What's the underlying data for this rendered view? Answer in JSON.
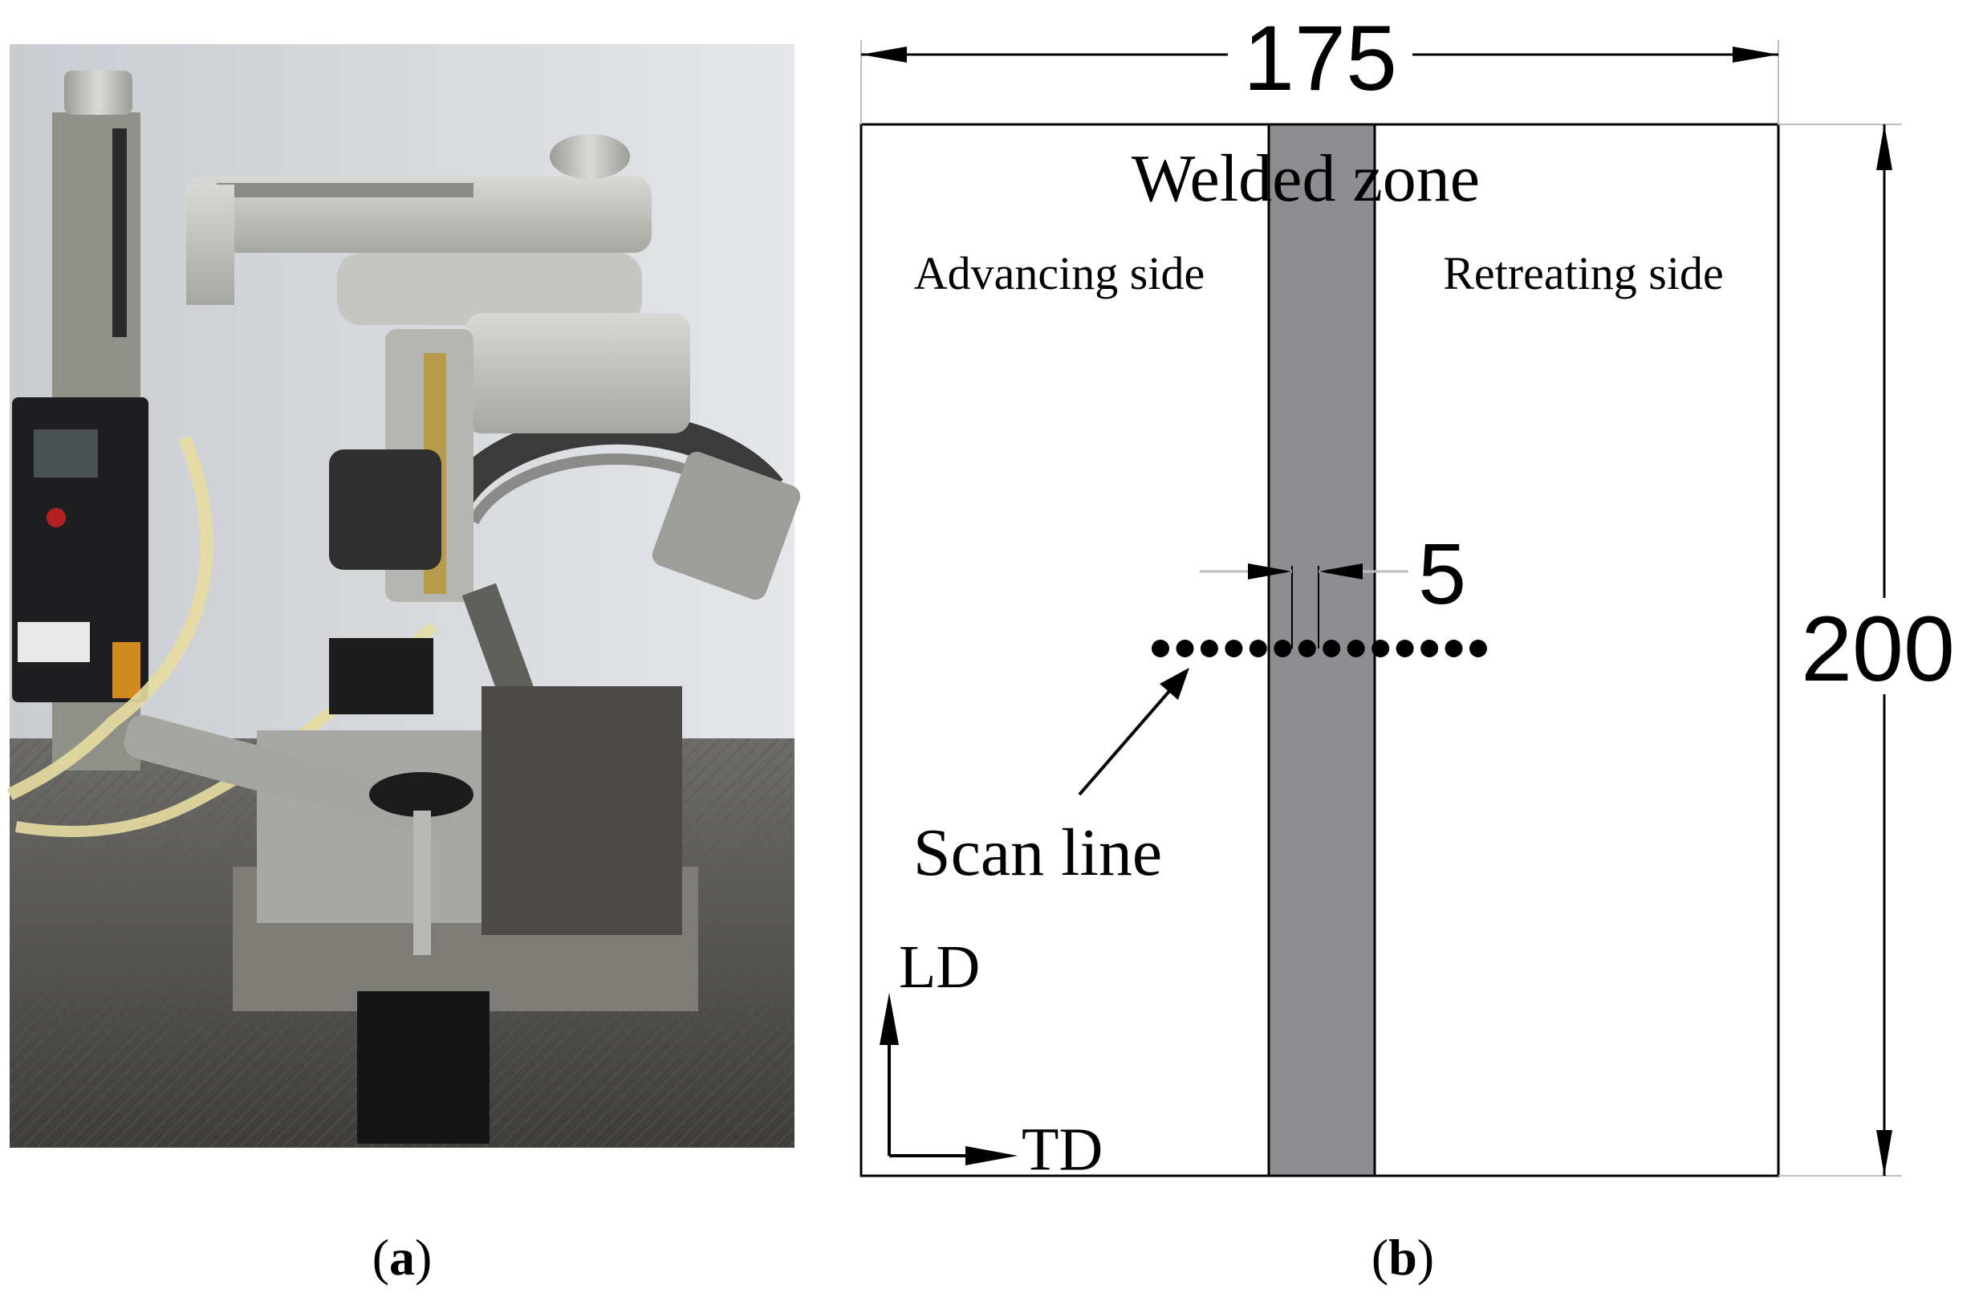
{
  "panel_a": {
    "caption_open": "(",
    "caption_letter": "a",
    "caption_close": ")",
    "photo_label": "Welding machine photo"
  },
  "panel_b": {
    "caption_open": "(",
    "caption_letter": "b",
    "caption_close": ")",
    "width_dimension": "175",
    "height_dimension": "200",
    "spacing_dimension": "5",
    "welded_zone_label": "Welded zone",
    "advancing_side_label": "Advancing side",
    "retreating_side_label": "Retreating side",
    "scan_line_label": "Scan line",
    "ld_label": "LD",
    "td_label": "TD",
    "scan_point_count": 14,
    "colors": {
      "weld_zone_fill": "#8e8e92",
      "line": "#000000",
      "dimension_extension": "#bdbdbd"
    }
  }
}
